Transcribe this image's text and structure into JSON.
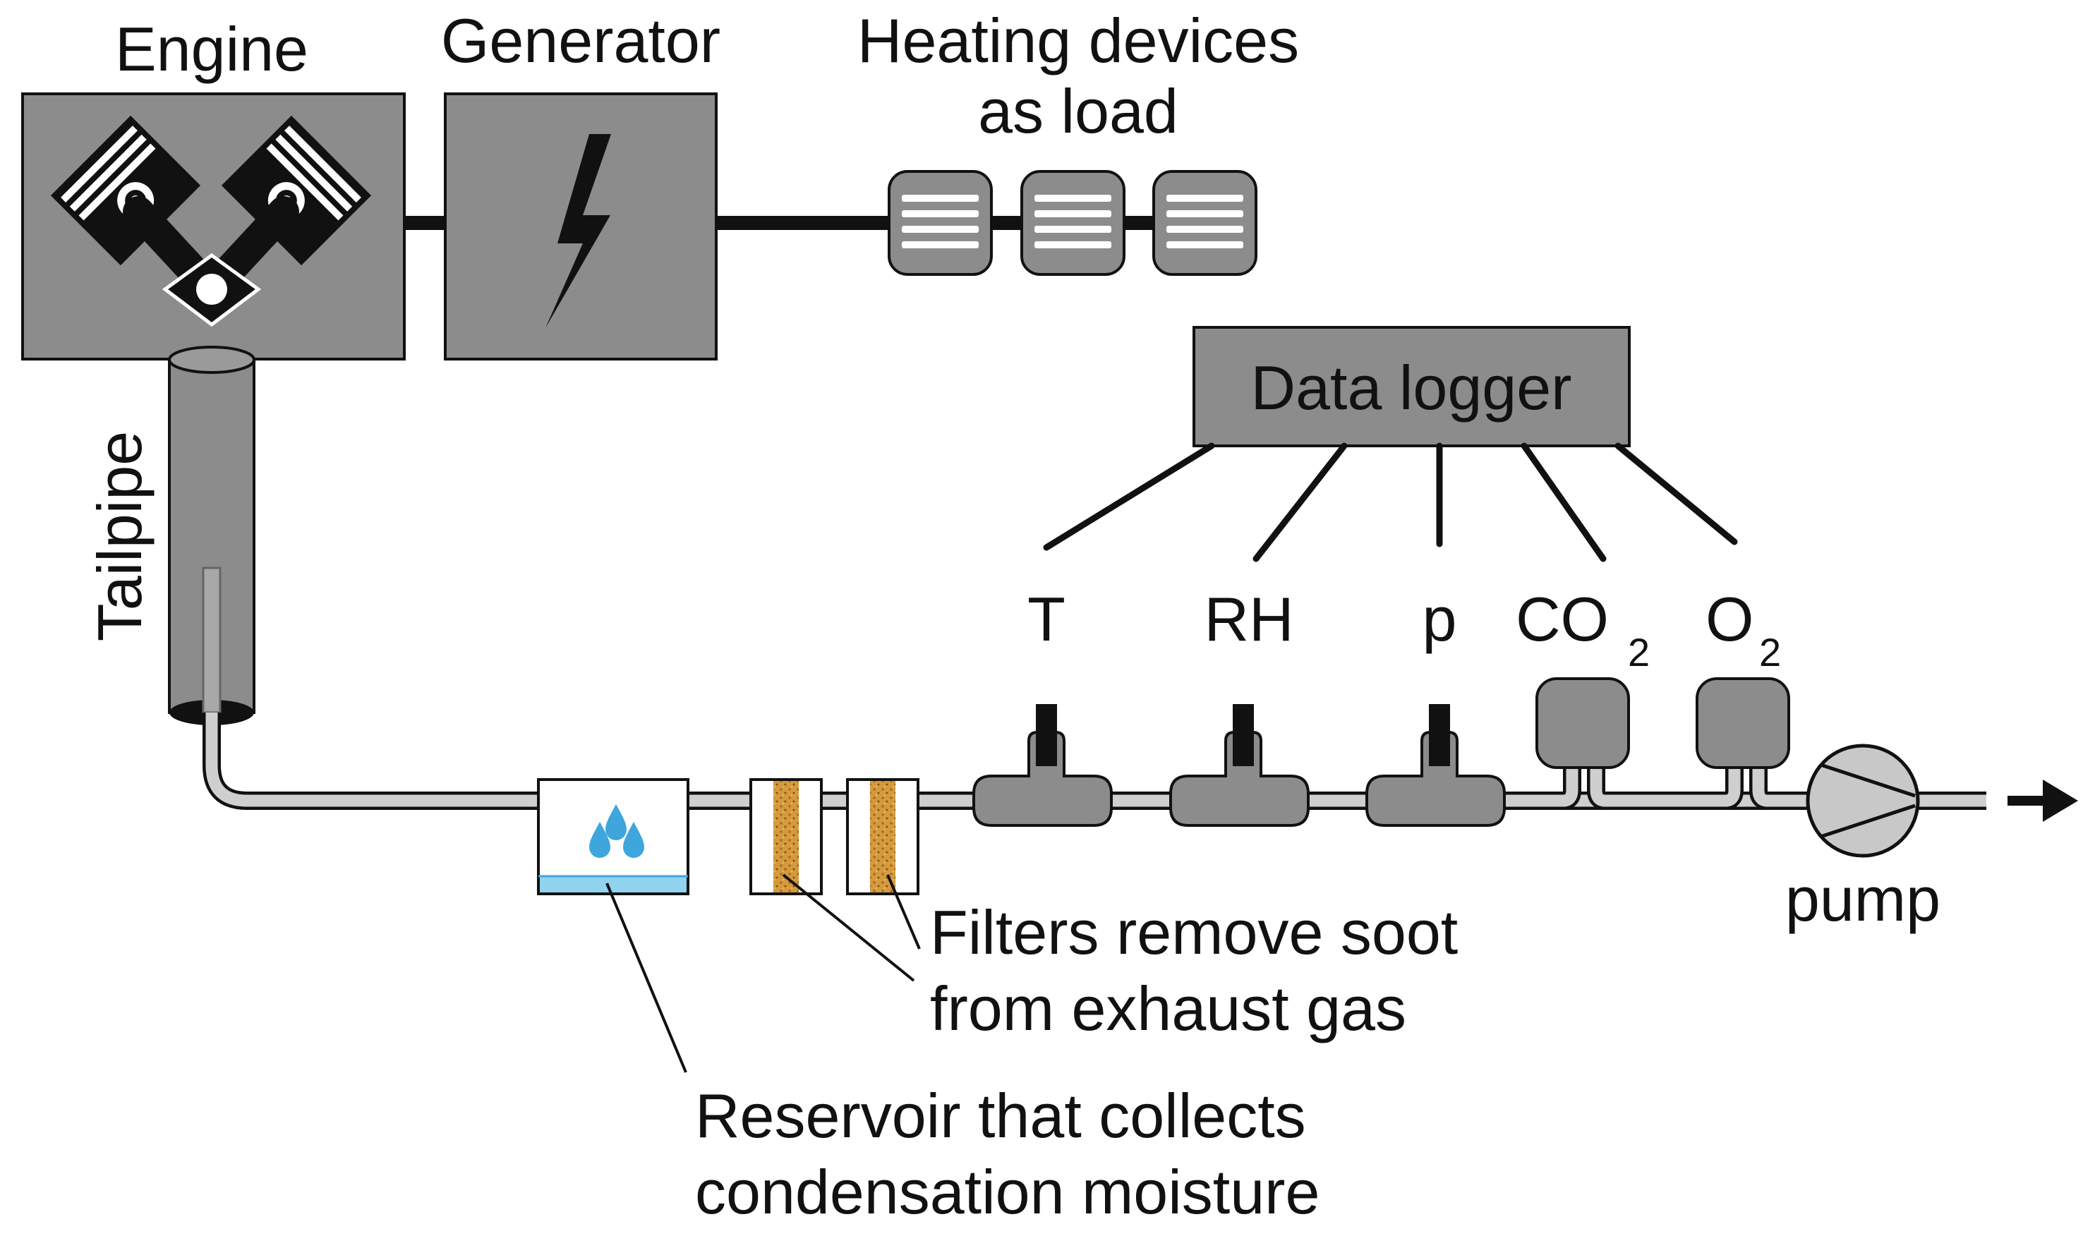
{
  "labels": {
    "engine": "Engine",
    "generator": "Generator",
    "heating_line1": "Heating devices",
    "heating_line2": "as load",
    "data_logger": "Data logger",
    "tailpipe": "Tailpipe",
    "sensor_t": "T",
    "sensor_rh": "RH",
    "sensor_p": "p",
    "sensor_co2_main": "CO",
    "sensor_co2_sub": "2",
    "sensor_o2_main": "O",
    "sensor_o2_sub": "2",
    "pump": "pump",
    "filters_line1": "Filters remove soot",
    "filters_line2": "from exhaust gas",
    "reservoir_line1": "Reservoir that collects",
    "reservoir_line2": "condensation moisture"
  },
  "colors": {
    "box_fill": "#8c8c8c",
    "box_dark": "#6f6f6f",
    "pipe_fill": "#cfcfcf",
    "stroke": "#111111",
    "water": "#8fd3ee",
    "drop": "#3ea6dc",
    "filter": "#d49a3b",
    "pump_fill": "#c8c8c8"
  },
  "icons": {
    "engine": "v-engine-pistons-icon",
    "generator": "lightning-bolt-icon",
    "heater": "heater-grille-icon",
    "drops": "water-drops-icon",
    "pump": "pump-icon",
    "flow": "arrow-right-icon"
  }
}
